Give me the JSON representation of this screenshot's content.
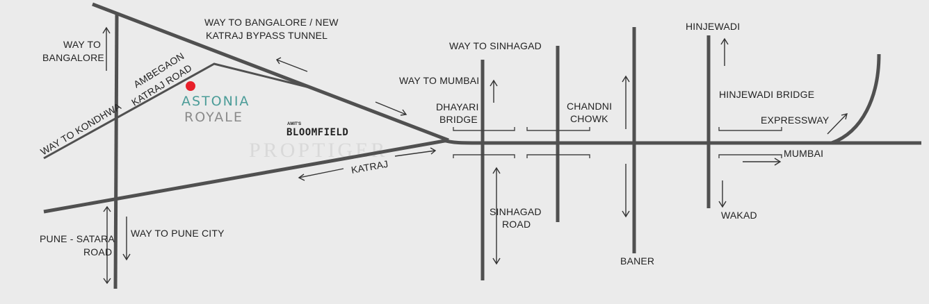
{
  "map": {
    "labels": {
      "way_to_bangalore_new_line1": "WAY TO BANGALORE / NEW",
      "way_to_bangalore_new_line2": "KATRAJ BYPASS TUNNEL",
      "way_to_bangalore_line1": "WAY TO",
      "way_to_bangalore_line2": "BANGALORE",
      "ambegaon_line1": "AMBEGAON",
      "ambegaon_line2": "KATRAJ ROAD",
      "way_to_kondhwa": "WAY TO KONDHWA",
      "katraj": "KATRAJ",
      "pune_satara_line1": "PUNE - SATARA",
      "pune_satara_line2": "ROAD",
      "way_to_pune_city": "WAY TO  PUNE CITY",
      "way_to_sinhagad": "WAY TO SINHAGAD",
      "way_to_mumbai": "WAY TO  MUMBAI",
      "dhayari_line1": "DHAYARI",
      "dhayari_line2": "BRIDGE",
      "sinhagad_road_line1": "SINHAGAD",
      "sinhagad_road_line2": "ROAD",
      "chandni_line1": "CHANDNI",
      "chandni_line2": "CHOWK",
      "baner": "BANER",
      "hinjewadi": "HINJEWADI",
      "hinjewadi_bridge": "HINJEWADI BRIDGE",
      "expressway": "EXPRESSWAY",
      "mumbai": "MUMBAI",
      "wakad": "WAKAD"
    },
    "project": {
      "name_line1": "ASTONIA",
      "name_line2": "ROYALE",
      "marker_color": "#e8202a",
      "name_color": "#4b9c98"
    },
    "landmark": {
      "prefix": "AMIT'S",
      "name": "BLOOMFIELD"
    },
    "watermark": "PROPTIGER",
    "colors": {
      "background": "#ebebeb",
      "road": "#505050"
    }
  }
}
